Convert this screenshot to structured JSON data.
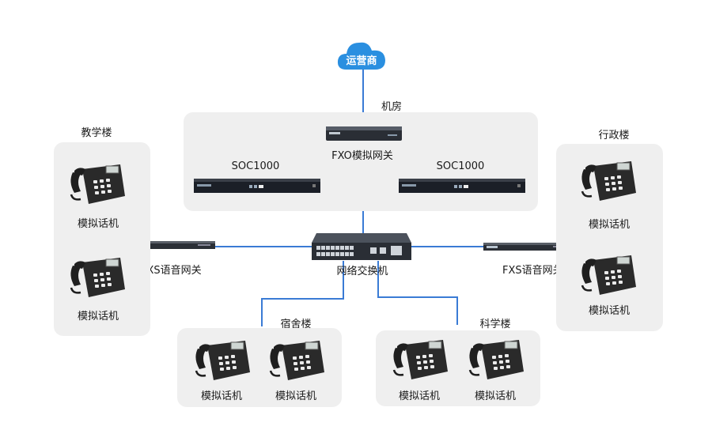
{
  "cloud": {
    "label": "运营商"
  },
  "machine_room": {
    "title": "机房",
    "fxo_gateway": "FXO模拟网关",
    "soc_left": "SOC1000",
    "soc_right": "SOC1000"
  },
  "switch": {
    "label": "网络交换机"
  },
  "gateways": {
    "left": "FXS语音网关",
    "right": "FXS语音网关"
  },
  "buildings": {
    "teaching": {
      "title": "教学楼",
      "phones": [
        "模拟话机",
        "模拟话机"
      ]
    },
    "admin": {
      "title": "行政楼",
      "phones": [
        "模拟话机",
        "模拟话机"
      ]
    },
    "dorm": {
      "title": "宿舍楼",
      "phones": [
        "模拟话机",
        "模拟话机"
      ]
    },
    "science": {
      "title": "科学楼",
      "phones": [
        "模拟话机",
        "模拟话机"
      ]
    }
  },
  "colors": {
    "line": "#3a7bd5",
    "cloud": "#2a8fe0",
    "panel": "#efefef"
  }
}
